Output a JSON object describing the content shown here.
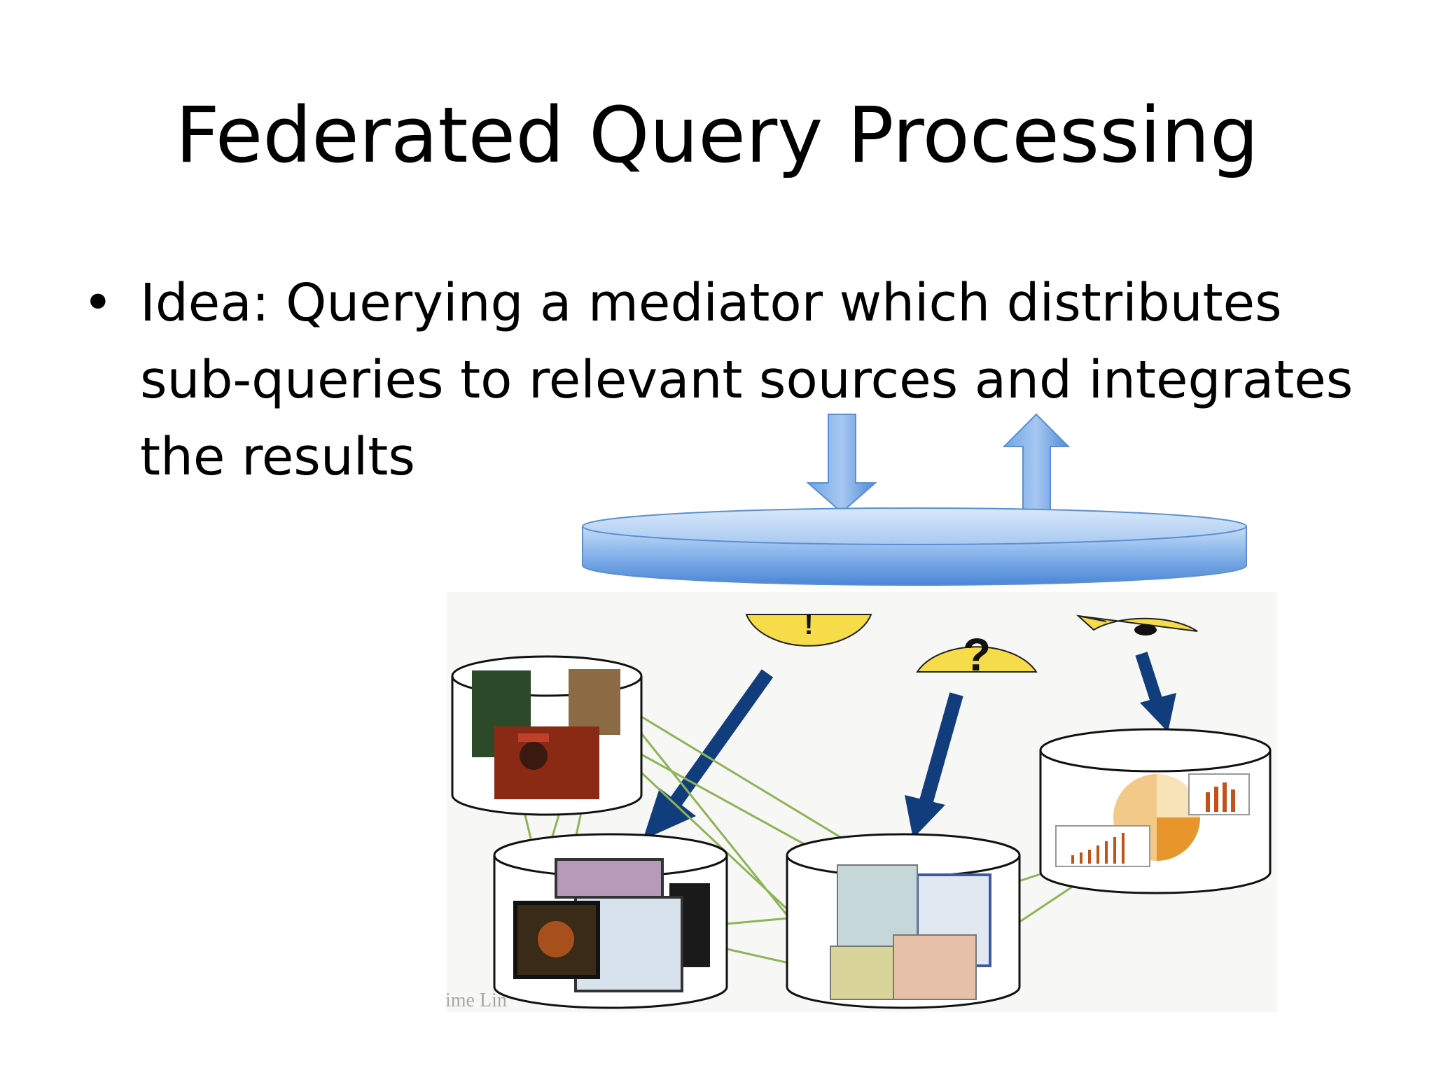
{
  "slide": {
    "title": "Federated Query Processing",
    "bullets": [
      {
        "marker": "•",
        "text": "Idea: Querying a mediator which distributes sub-queries to relevant sources and integrates the results"
      }
    ]
  },
  "diagram": {
    "mediator": {
      "color_light": "#bcd6f5",
      "color_dark": "#4a86d6"
    },
    "arrows": {
      "mediator_color": "#5b95dc",
      "query_color": "#103b7a",
      "link_color": "#8db457"
    },
    "query_bubbles": [
      {
        "label": "!"
      },
      {
        "label": "?"
      },
      {
        "label": ""
      }
    ],
    "bubble_color": "#f5dc48",
    "watermark": "ime Lin"
  }
}
